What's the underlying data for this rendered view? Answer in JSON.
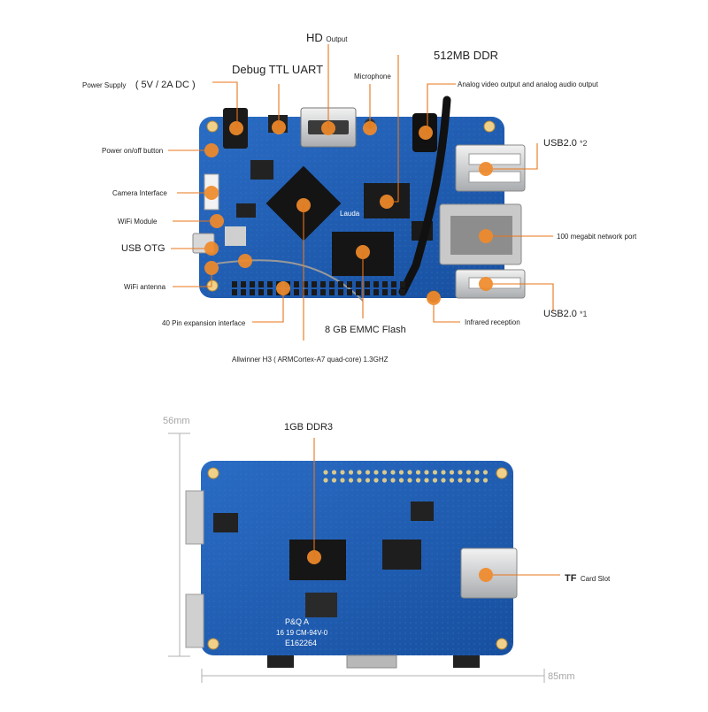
{
  "top_board": {
    "labels": {
      "hd_big": "HD",
      "hd_small": "Output",
      "ddr512": "512MB DDR",
      "power_supply": "Power Supply",
      "power_spec": "( 5V / 2A DC )",
      "debug_uart": "Debug TTL UART",
      "microphone": "Microphone",
      "analog_av": "Analog video output and analog audio output",
      "power_button": "Power on/off button",
      "usb2_top": "USB2.0",
      "usb2_top_sup": "*2",
      "camera": "Camera Interface",
      "wifi_module": "WiFi Module",
      "usb_otg": "USB OTG",
      "network": "100 megabit network port",
      "wifi_antenna": "WiFi antenna",
      "usb2_bottom": "USB2.0",
      "usb2_bottom_sup": "*1",
      "pin40": "40 Pin expansion interface",
      "emmc": "8 GB EMMC Flash",
      "infrared": "Infrared reception",
      "soc": "Allwinner H3 ( ARMCortex-A7 quad-core) 1.3GHZ",
      "board_logo": "Lauda"
    }
  },
  "bottom_board": {
    "labels": {
      "ddr3": "1GB DDR3",
      "tf_big": "TF",
      "tf_small": "Card Slot",
      "silk_1": "P&Q A",
      "silk_2": "16 19 CM-94V-0",
      "silk_3": "E162264"
    },
    "dimensions": {
      "height": "56mm",
      "width": "85mm"
    }
  },
  "colors": {
    "pcb_blue": "#1e5fb4",
    "marker_orange": "#f08a2a",
    "leader_line": "#e8751a",
    "dimension_gray": "#a7a7a7"
  }
}
